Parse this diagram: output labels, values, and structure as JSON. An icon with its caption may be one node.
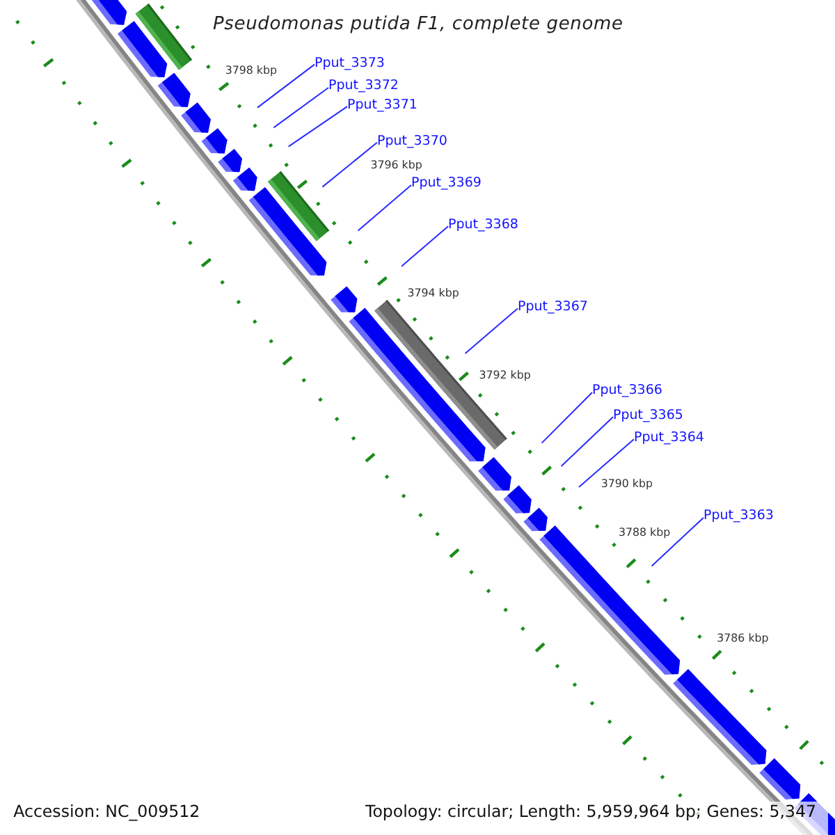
{
  "diagram": {
    "title": "Pseudomonas putida F1, complete genome",
    "nodes": [
      {
        "text": [
          "Pput_3373"
        ]
      },
      {
        "text": [
          "Pput_3372"
        ]
      },
      {
        "text": [
          "Pput_3371"
        ]
      },
      {
        "text": [
          "Pput_3370"
        ]
      },
      {
        "text": [
          "Pput_3369"
        ]
      },
      {
        "text": [
          "Pput_3368"
        ]
      },
      {
        "text": [
          "Pput_3367"
        ]
      },
      {
        "text": [
          "Pput_3366"
        ]
      },
      {
        "text": [
          "Pput_3365"
        ]
      },
      {
        "text": [
          "Pput_3364"
        ]
      },
      {
        "text": [
          "Pput_3363"
        ]
      }
    ],
    "edges": [
      {
        "from": 0,
        "to": null,
        "arrow": "none"
      },
      {
        "from": 1,
        "to": null,
        "arrow": "none"
      },
      {
        "from": 2,
        "to": null,
        "arrow": "none"
      },
      {
        "from": 3,
        "to": null,
        "arrow": "none"
      },
      {
        "from": 4,
        "to": null,
        "arrow": "none"
      },
      {
        "from": 5,
        "to": null,
        "arrow": "none"
      },
      {
        "from": 6,
        "to": null,
        "arrow": "none"
      },
      {
        "from": 7,
        "to": null,
        "arrow": "none"
      },
      {
        "from": 8,
        "to": null,
        "arrow": "none"
      },
      {
        "from": 9,
        "to": null,
        "arrow": "none"
      },
      {
        "from": 10,
        "to": null,
        "arrow": "none"
      }
    ],
    "labels": [
      "3798 kbp",
      "3796 kbp",
      "3794 kbp",
      "3792 kbp",
      "3790 kbp",
      "3788 kbp",
      "3786 kbp",
      "Accession: NC_009512",
      "Topology: circular; Length: 5,959,964 bp; Genes: 5,347"
    ]
  }
}
